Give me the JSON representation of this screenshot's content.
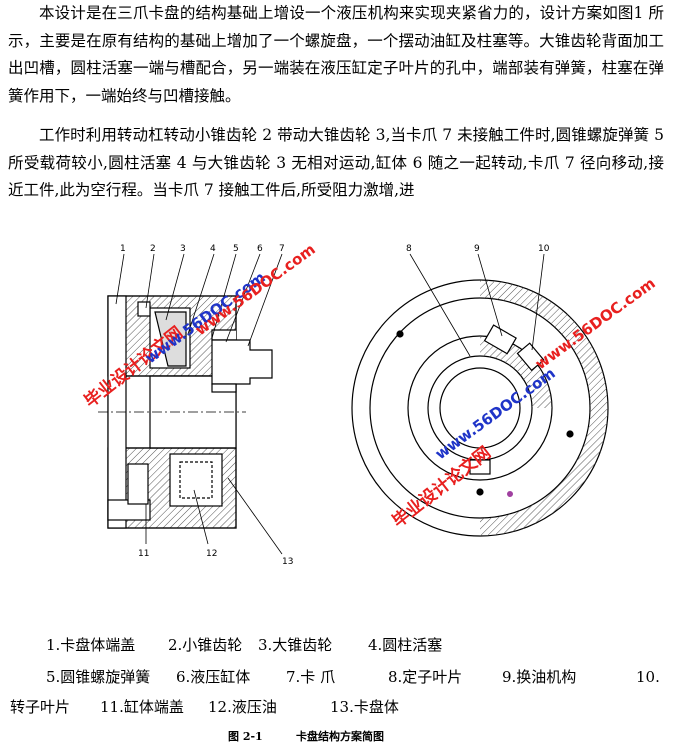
{
  "paragraphs": [
    "本设计是在三爪卡盘的结构基础上增设一个液压机构来实现夹紧省力的，设计方案如图1 所示，主要是在原有结构的基础上增加了一个螺旋盘，一个摆动油缸及柱塞等。大锥齿轮背面加工出凹槽，圆柱活塞一端与槽配合，另一端装在液压缸定子叶片的孔中，端部装有弹簧，柱塞在弹簧作用下，一端始终与凹槽接触。",
    "工作时利用转动杠转动小锥齿轮 2 带动大锥齿轮 3,当卡爪 7 未接触工件时,圆锥螺旋弹簧 5 所受载荷较小,圆柱活塞 4 与大锥齿轮 3 无相对运动,缸体 6 随之一起转动,卡爪 7 径向移动,接近工件,此为空行程。当卡爪 7 接触工件后,所受阻力激增,进"
  ],
  "figure": {
    "left_callouts": [
      "1",
      "2",
      "3",
      "4",
      "5",
      "6",
      "7"
    ],
    "left_bottom_callouts": [
      "11",
      "12",
      "13"
    ],
    "right_callouts": [
      "8",
      "9",
      "10"
    ],
    "watermarks": [
      "毕业设计论文网",
      "www.56DOC.com"
    ]
  },
  "legend": {
    "row1": [
      "1.卡盘体端盖",
      "2.小锥齿轮",
      "3.大锥齿轮",
      "4.圆柱活塞"
    ],
    "row2": [
      "5.圆锥螺旋弹簧",
      "6.液压缸体",
      "7.卡  爪",
      "8.定子叶片",
      "9.换油机构",
      "10."
    ],
    "row3": [
      "转子叶片",
      "11.缸体端盖",
      "12.液压油",
      "13.卡盘体"
    ]
  },
  "caption": {
    "number": "图 2-1",
    "title": "卡盘结构方案简图"
  },
  "colors": {
    "text": "#000000",
    "watermark_red": "#e8201f",
    "watermark_blue": "#1f34c8",
    "hatch": "#555555"
  }
}
